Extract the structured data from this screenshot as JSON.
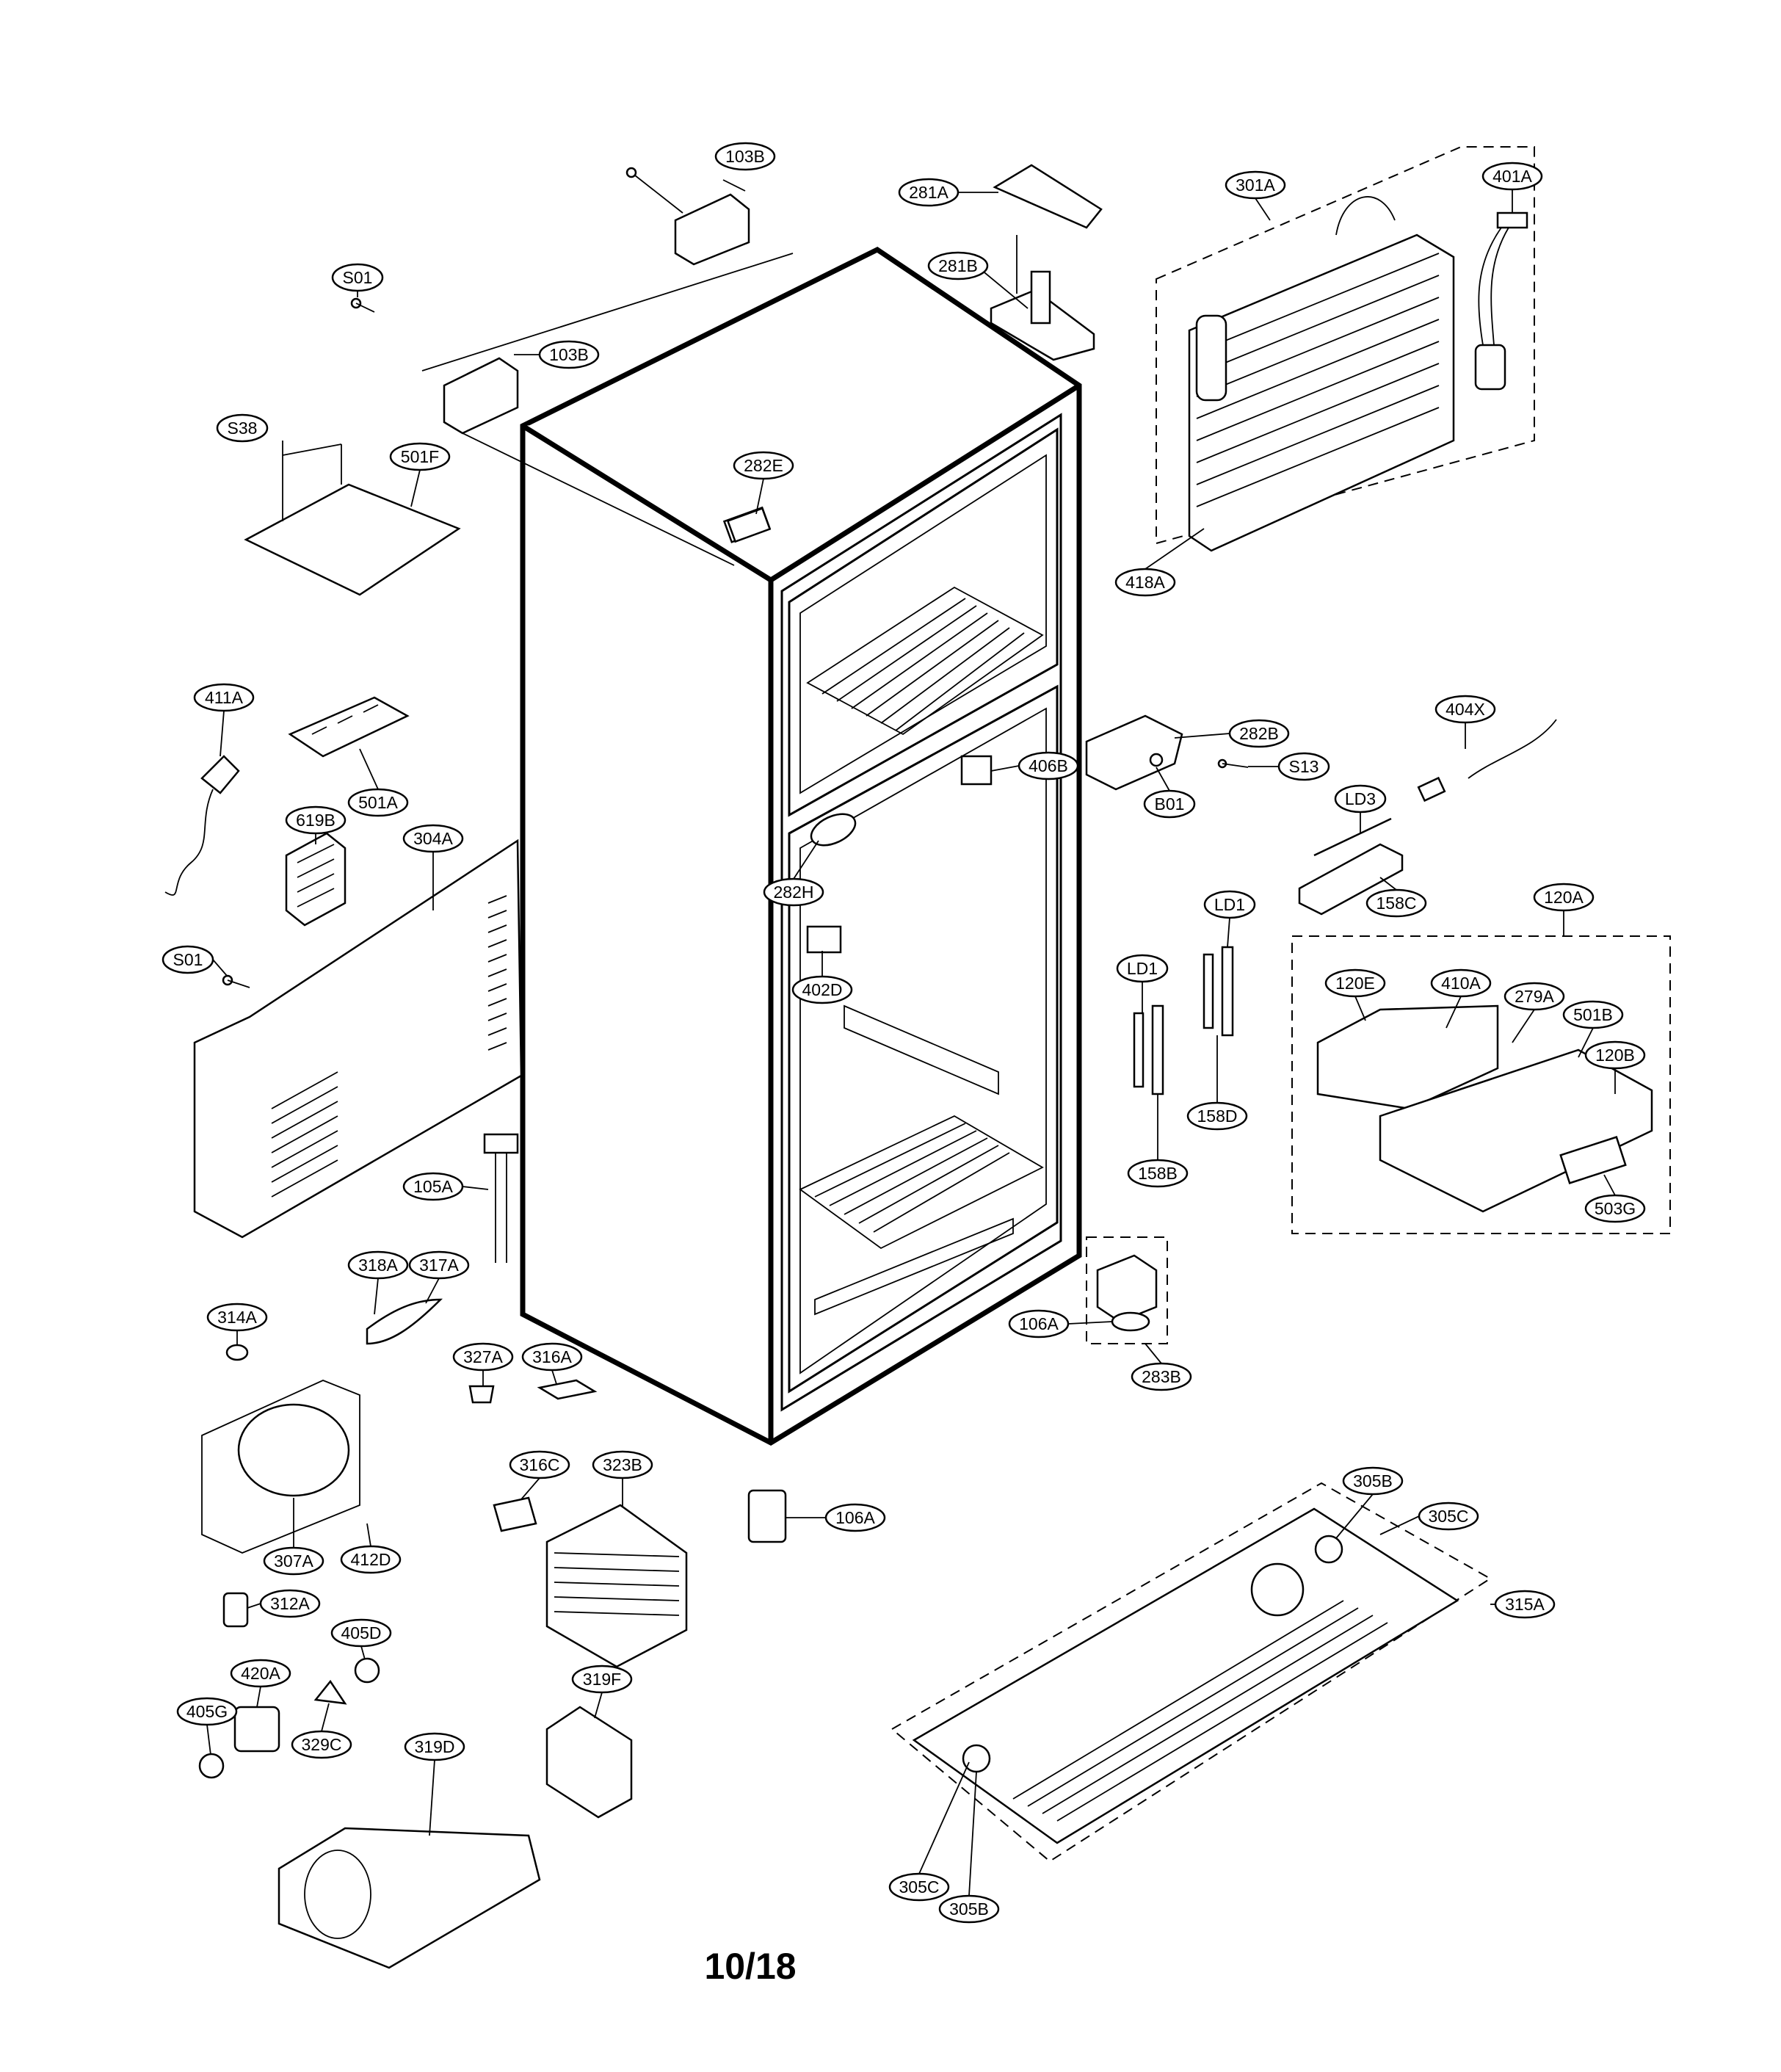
{
  "page_number": "10/18",
  "callouts": {
    "103B_top": "103B",
    "103B_mid": "103B",
    "S01_top": "S01",
    "S38": "S38",
    "501F": "501F",
    "281A": "281A",
    "281B": "281B",
    "301A": "301A",
    "401A": "401A",
    "418A": "418A",
    "282E": "282E",
    "411A": "411A",
    "501A": "501A",
    "619B": "619B",
    "304A": "304A",
    "S01_left": "S01",
    "282B": "282B",
    "S13": "S13",
    "B01": "B01",
    "406B": "406B",
    "404X": "404X",
    "LD3": "LD3",
    "158C": "158C",
    "282H": "282H",
    "402D": "402D",
    "LD1_right": "LD1",
    "LD1_left": "LD1",
    "158D": "158D",
    "158B": "158B",
    "120A": "120A",
    "120E": "120E",
    "410A": "410A",
    "279A": "279A",
    "501B": "501B",
    "120B": "120B",
    "503G": "503G",
    "105A": "105A",
    "318A": "318A",
    "317A": "317A",
    "314A": "314A",
    "327A": "327A",
    "316A": "316A",
    "106A_right": "106A",
    "283B": "283B",
    "316C": "316C",
    "323B": "323B",
    "106A_bottom": "106A",
    "307A": "307A",
    "412D": "412D",
    "312A": "312A",
    "405D": "405D",
    "420A": "420A",
    "405G": "405G",
    "329C": "329C",
    "319F": "319F",
    "319D": "319D",
    "305B_top": "305B",
    "305C_top": "305C",
    "315A": "315A",
    "305C_bottom": "305C",
    "305B_bottom": "305B"
  }
}
